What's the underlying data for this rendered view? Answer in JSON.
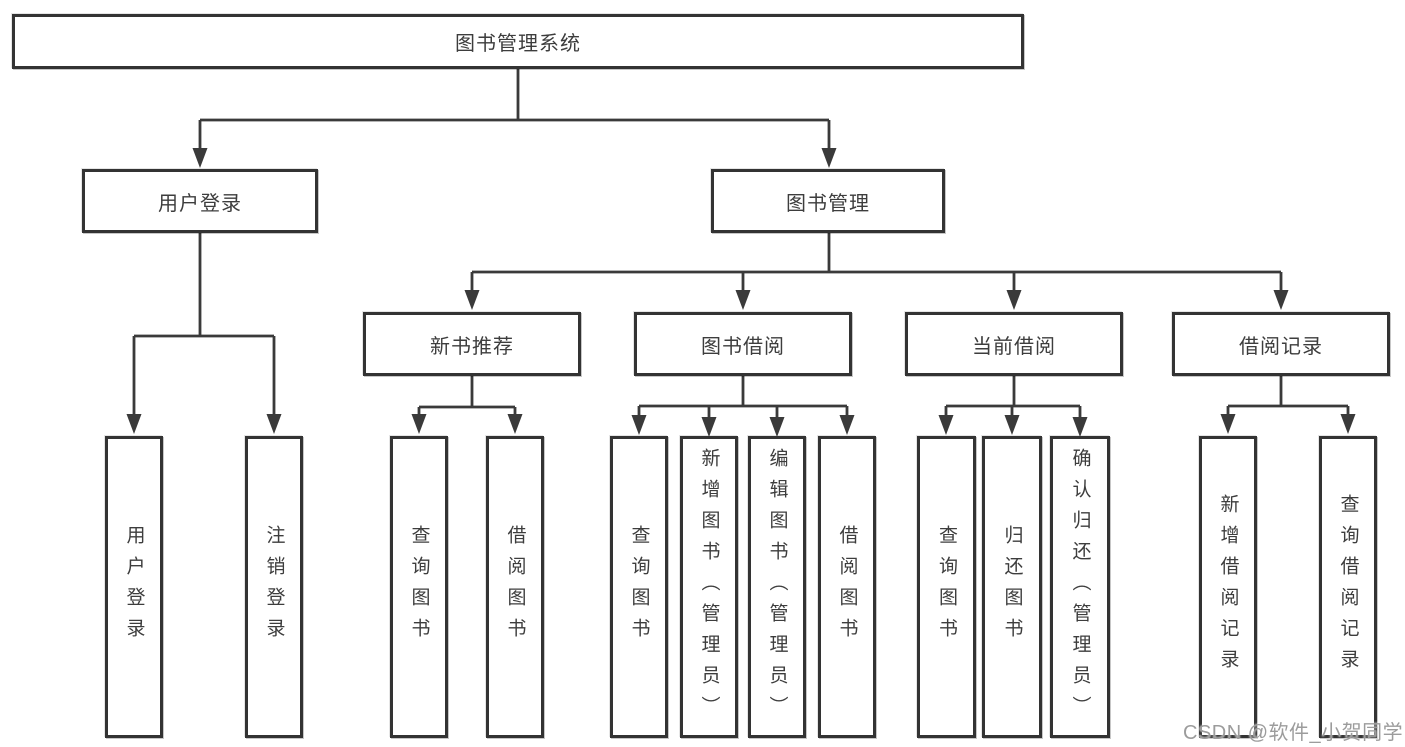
{
  "diagram": {
    "root": {
      "label": "图书管理系统",
      "children": [
        {
          "label": "用户登录",
          "children": [
            {
              "label": "用户登录"
            },
            {
              "label": "注销登录"
            }
          ]
        },
        {
          "label": "图书管理",
          "children": [
            {
              "label": "新书推荐",
              "children": [
                {
                  "label": "查询图书"
                },
                {
                  "label": "借阅图书"
                }
              ]
            },
            {
              "label": "图书借阅",
              "children": [
                {
                  "label": "查询图书"
                },
                {
                  "label": "新增图书（管理员）"
                },
                {
                  "label": "编辑图书（管理员）"
                },
                {
                  "label": "借阅图书"
                }
              ]
            },
            {
              "label": "当前借阅",
              "children": [
                {
                  "label": "查询图书"
                },
                {
                  "label": "归还图书"
                },
                {
                  "label": "确认归还（管理员）"
                }
              ]
            },
            {
              "label": "借阅记录",
              "children": [
                {
                  "label": "新增借阅记录"
                },
                {
                  "label": "查询借阅记录"
                }
              ]
            }
          ]
        }
      ]
    },
    "watermark": "CSDN @软件_小贺同学",
    "colors": {
      "line": "#3a3a3a",
      "box_border": "#333333",
      "box_fill": "#ffffff",
      "text": "#3d3d3d",
      "watermark": "#9c9c9c",
      "background": "#ffffff"
    }
  }
}
